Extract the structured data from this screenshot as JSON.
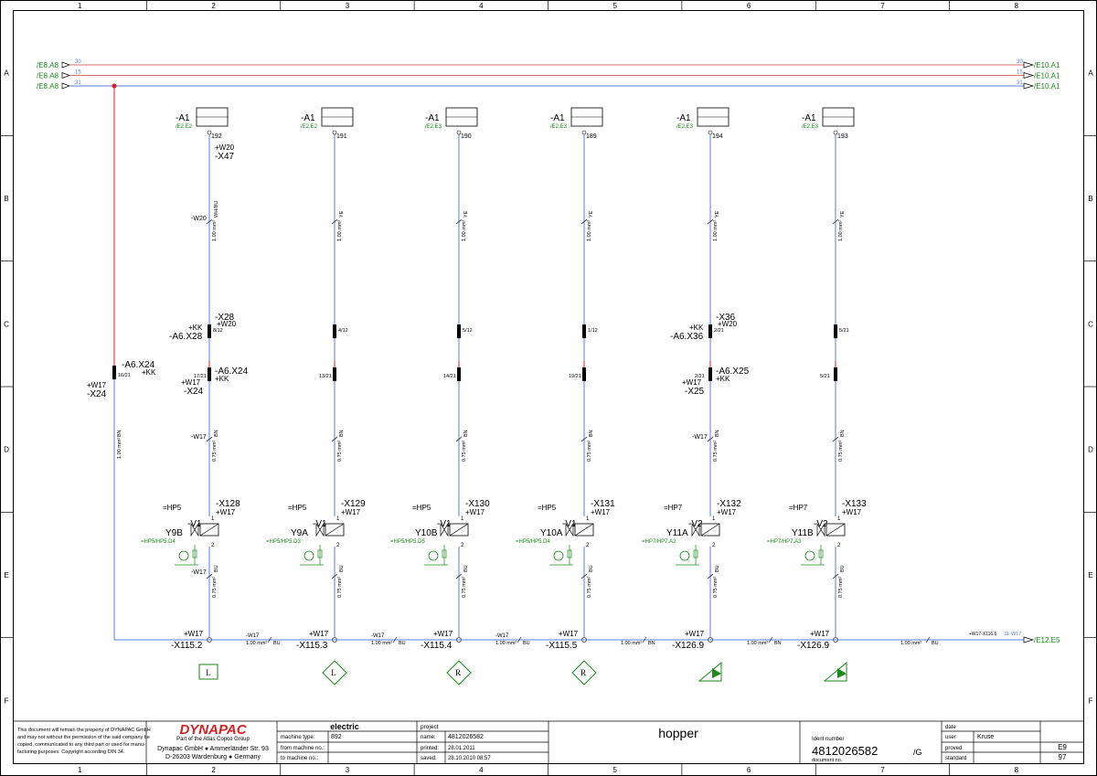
{
  "grid": {
    "columns": [
      "1",
      "2",
      "3",
      "4",
      "5",
      "6",
      "7",
      "8"
    ],
    "rows": [
      "A",
      "B",
      "C",
      "D",
      "E",
      "F"
    ]
  },
  "bus": [
    {
      "left": "/E8.A8",
      "num": "30",
      "right": "/E10.A1",
      "color": "#e07070"
    },
    {
      "left": "/E8.A8",
      "num": "15",
      "right": "/E10.A1",
      "color": "#e07070"
    },
    {
      "left": "/E8.A8",
      "num": "31",
      "right": "/E10.A1",
      "color": "#5a7fd8"
    }
  ],
  "left_feed": {
    "conn": "-A6.X24",
    "conn_sub": "+KK",
    "pin": "16/21",
    "loc": "+W17",
    "term": "-X24",
    "wire": "BN",
    "size": "1.00 mm²"
  },
  "branches": [
    {
      "a1": "-A1",
      "a1_ref": "/E2.E2",
      "pin": "192",
      "w_top": "+W20",
      "x_top": "-X47",
      "w_mid": "-W20",
      "w_color": "WH/BU",
      "w_size": "1.00 mm²",
      "c1": "-X28",
      "c1_sub": "+W20",
      "c1_kk": "+KK",
      "c1_loc": "-A6.X28",
      "c1_pin": "8/12",
      "c2": "-A6.X24",
      "c2_sub": "+KK",
      "c2_loc": "+W17",
      "c2_term": "-X24",
      "c2_pin": "17/21",
      "w17": "-W17",
      "bn": "BN",
      "bn_size": "0.75 mm²",
      "hp": "=HP5",
      "xv": "-X128",
      "xv_loc": "+W17",
      "v": "-V1",
      "y": "Y9B",
      "ref": "=HP5/HP5.D4",
      "w17b": "-W17",
      "bu": "BU",
      "bu_size": "0.75 mm²",
      "bot_loc": "+W17",
      "bot": "-X115.2",
      "sym": "L",
      "seg_w": "-W17",
      "seg_size": "1.00 mm²",
      "seg_col": "BU"
    },
    {
      "a1": "-A1",
      "a1_ref": "/E2.E2",
      "pin": "191",
      "w_color": "YE",
      "w_size": "1.00 mm²",
      "c1_pin": "4/12",
      "c2_pin": "13/21",
      "bn": "BN",
      "bn_size": "0.75 mm²",
      "hp": "=HP5",
      "xv": "-X129",
      "xv_loc": "+W17",
      "v": "-V1",
      "y": "Y9A",
      "ref": "=HP5/HP5.D3",
      "bu": "BU",
      "bu_size": "0.75 mm²",
      "bot_loc": "+W17",
      "bot": "-X115.3",
      "sym": "L",
      "seg_w": "-W17",
      "seg_size": "1.00 mm²",
      "seg_col": "BU"
    },
    {
      "a1": "-A1",
      "a1_ref": "/E2.E3",
      "pin": "190",
      "w_color": "YE",
      "w_size": "1.00 mm²",
      "c1_pin": "5/12",
      "c2_pin": "14/21",
      "bn": "BN",
      "bn_size": "0.75 mm²",
      "hp": "=HP5",
      "xv": "-X130",
      "xv_loc": "+W17",
      "v": "-V1",
      "y": "Y10B",
      "ref": "=HP5/HP5.D5",
      "bu": "BU",
      "bu_size": "0.75 mm²",
      "bot_loc": "+W17",
      "bot": "-X115.4",
      "sym": "R",
      "seg_w": "-W17",
      "seg_size": "1.00 mm²",
      "seg_col": "BU"
    },
    {
      "a1": "-A1",
      "a1_ref": "/E2.E3",
      "pin": "189",
      "w_color": "YE",
      "w_size": "1.00 mm²",
      "c1_pin": "1/12",
      "c2_pin": "19/21",
      "bn": "BN",
      "bn_size": "0.75 mm²",
      "hp": "=HP5",
      "xv": "-X131",
      "xv_loc": "+W17",
      "v": "-V1",
      "y": "Y10A",
      "ref": "=HP5/HP5.D4",
      "bu": "BU",
      "bu_size": "0.75 mm²",
      "bot_loc": "+W17",
      "bot": "-X115.5",
      "sym": "R",
      "seg_w": "",
      "seg_size": "1.00 mm²",
      "seg_col": "BN"
    },
    {
      "a1": "-A1",
      "a1_ref": "/E2.E3",
      "pin": "194",
      "w_color": "YE",
      "w_size": "1.00 mm²",
      "c1": "-X36",
      "c1_sub": "+W20",
      "c1_kk": "+KK",
      "c1_loc": "-A6.X36",
      "c1_pin": "2/21",
      "c2": "-A6.X25",
      "c2_sub": "+KK",
      "c2_loc": "+W17",
      "c2_term": "-X25",
      "c2_pin": "2/21",
      "w17": "-W17",
      "bn": "BN",
      "bn_size": "0.75 mm²",
      "hp": "=HP7",
      "xv": "-X132",
      "xv_loc": "+W17",
      "v": "-V2",
      "y": "Y11A",
      "ref": "=HP7/HP7.A2",
      "bu": "BU",
      "bu_size": "0.75 mm²",
      "bot_loc": "+W17",
      "bot": "-X126.9",
      "sym": "FL",
      "seg_w": "",
      "seg_size": "1.00 mm²",
      "seg_col": "BN"
    },
    {
      "a1": "-A1",
      "a1_ref": "/E2.E3",
      "pin": "193",
      "w_color": "YE",
      "w_size": "1.00 mm²",
      "c1_pin": "5/21",
      "c2_pin": "5/21",
      "bn": "BN",
      "bn_size": "0.75 mm²",
      "hp": "=HP7",
      "xv": "-X133",
      "xv_loc": "+W17",
      "v": "-V2",
      "y": "Y11B",
      "ref": "=HP7/HP7.A3",
      "bu": "BU",
      "bu_size": "0.75 mm²",
      "bot_loc": "+W17",
      "bot": "-X126.9",
      "sym": "FR",
      "seg_w": "",
      "seg_size": "1.00 mm²",
      "seg_col": "BU"
    }
  ],
  "out": {
    "label": "+W17-X116.6",
    "num": "31-W17",
    "ref": "/E12.E5"
  },
  "title_block": {
    "disclaimer": [
      "This document will remain the property of DYNAPAC GmbH",
      "and may not without the permission of the said company be",
      "copied, communicated to any third part or used for manu-",
      "facturing purposes. Copyright according DIN 34."
    ],
    "brand": "DYNAPAC",
    "brand_sub": "Part of the Atlas Copco Group",
    "address1": "Dynapac GmbH ● Ammerländer Str. 93",
    "address2": "D-26203 Wardenburg ● Germany",
    "electric": "electric",
    "machine_type_label": "machine type:",
    "machine_type": "892",
    "from_machine_label": "from machine no.:",
    "to_machine_label": "to machine no.:",
    "project_label": "project",
    "name_label": "name:",
    "name": "4812026582",
    "printed_label": "printed:",
    "printed": "28.01.2011",
    "saved_label": "saved:",
    "saved": "28.10.2010  08:57",
    "title": "hopper",
    "ident_label": "Ident number",
    "ident": "4812026582",
    "ident_suffix": "/G",
    "docno_label": "document no.",
    "date_label": "date",
    "user_label": "user",
    "user": "Kruse",
    "proved_label": "proved",
    "standard_label": "standard",
    "sheet": "E9",
    "sheets": "97"
  }
}
